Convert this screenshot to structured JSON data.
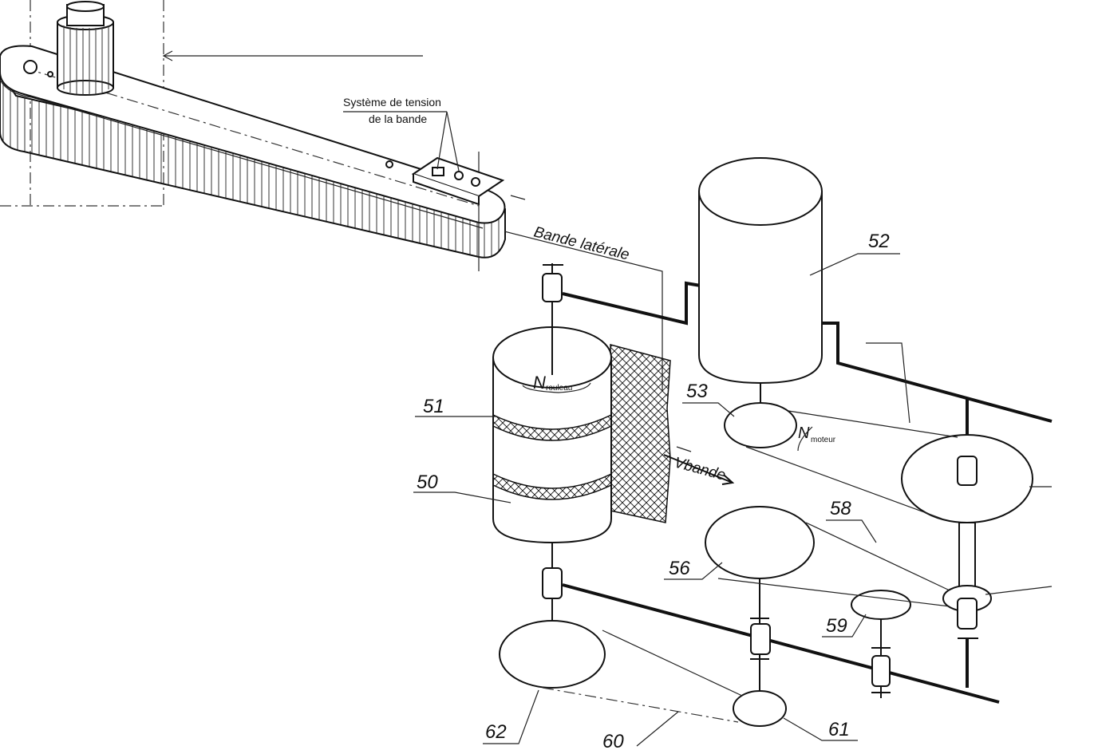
{
  "annotations": {
    "tension_line1": "Système de tension",
    "tension_line2": "de la bande",
    "side_band": "Bande latérale",
    "n_roller": "N",
    "n_roller_sub": "rouleau",
    "n_motor": "N",
    "n_motor_sub": "moteur",
    "v_band": "Vbande"
  },
  "part_numbers": {
    "p50": "50",
    "p51": "51",
    "p52": "52",
    "p53": "53",
    "p56": "56",
    "p58": "58",
    "p59": "59",
    "p60": "60",
    "p61": "61",
    "p62": "62"
  }
}
